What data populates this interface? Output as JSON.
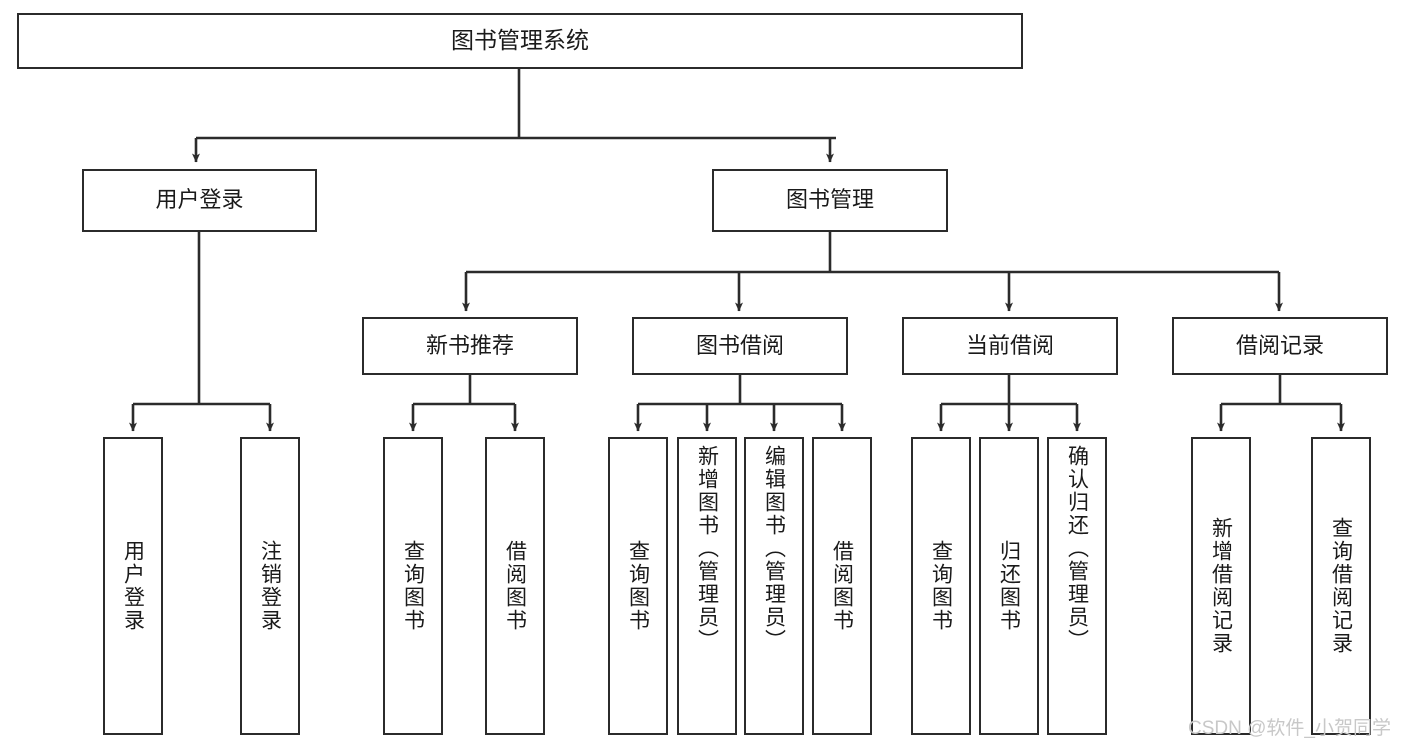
{
  "diagram": {
    "title": "图书管理系统",
    "type": "tree-hierarchy-flowchart",
    "nodes": {
      "root": {
        "label": "图书管理系统"
      },
      "level2": [
        {
          "id": "user-login",
          "label": "用户登录"
        },
        {
          "id": "book-management",
          "label": "图书管理"
        }
      ],
      "level3": [
        {
          "id": "new-book-recommend",
          "label": "新书推荐"
        },
        {
          "id": "book-borrow",
          "label": "图书借阅"
        },
        {
          "id": "current-borrow",
          "label": "当前借阅"
        },
        {
          "id": "borrow-record",
          "label": "借阅记录"
        }
      ],
      "leaves": [
        {
          "id": "leaf-user-login",
          "label": "用户登录",
          "parent": "user-login"
        },
        {
          "id": "leaf-logout-login",
          "label": "注销登录",
          "parent": "user-login"
        },
        {
          "id": "leaf-query-book-1",
          "label": "查询图书",
          "parent": "new-book-recommend"
        },
        {
          "id": "leaf-borrow-book-1",
          "label": "借阅图书",
          "parent": "new-book-recommend"
        },
        {
          "id": "leaf-query-book-2",
          "label": "查询图书",
          "parent": "book-borrow"
        },
        {
          "id": "leaf-add-book",
          "label": "新增图书（管理员）",
          "parent": "book-borrow"
        },
        {
          "id": "leaf-edit-book",
          "label": "编辑图书（管理员）",
          "parent": "book-borrow"
        },
        {
          "id": "leaf-borrow-book-2",
          "label": "借阅图书",
          "parent": "book-borrow"
        },
        {
          "id": "leaf-query-book-3",
          "label": "查询图书",
          "parent": "current-borrow"
        },
        {
          "id": "leaf-return-book",
          "label": "归还图书",
          "parent": "current-borrow"
        },
        {
          "id": "leaf-confirm-return",
          "label": "确认归还（管理员）",
          "parent": "current-borrow"
        },
        {
          "id": "leaf-add-record",
          "label": "新增借阅记录",
          "parent": "borrow-record"
        },
        {
          "id": "leaf-query-record",
          "label": "查询借阅记录",
          "parent": "borrow-record"
        }
      ]
    },
    "colors": {
      "stroke": "#2b2b2b",
      "fill": "#ffffff",
      "text": "#1a1a1a",
      "watermark": "#c8c8c8"
    }
  },
  "watermark": {
    "text": "CSDN @软件_小贺同学"
  }
}
